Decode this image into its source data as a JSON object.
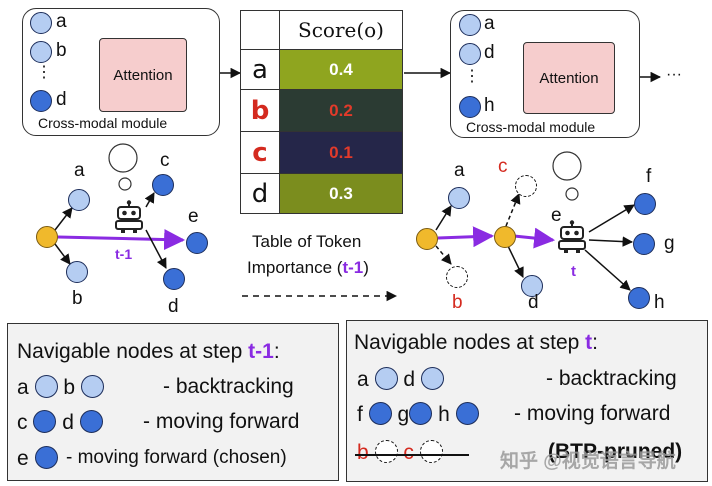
{
  "left_module": {
    "inputs": [
      "a",
      "b",
      "⋮",
      "d"
    ],
    "block_label": "Attention",
    "caption": "Cross-modal module"
  },
  "right_module": {
    "inputs": [
      "a",
      "d",
      "⋮",
      "h"
    ],
    "block_label": "Attention",
    "caption": "Cross-modal module",
    "continuation": "···"
  },
  "score_table": {
    "header": "Score(o)",
    "rows": [
      {
        "token": "a",
        "score": "0.4",
        "token_red": false,
        "bg": "#8fa51f",
        "color": "#ffffff"
      },
      {
        "token": "b",
        "score": "0.2",
        "token_red": true,
        "bg": "#2b3b33",
        "color": "#e23a2a"
      },
      {
        "token": "c",
        "score": "0.1",
        "token_red": true,
        "bg": "#252649",
        "color": "#e23a2a"
      },
      {
        "token": "d",
        "score": "0.3",
        "token_red": false,
        "bg": "#7b8d1e",
        "color": "#ffffff"
      }
    ],
    "caption_line1": "Table of Token",
    "caption_line2_prefix": "Importance (",
    "caption_step": "t-1",
    "caption_suffix": ")"
  },
  "left_graph": {
    "labels": {
      "a": "a",
      "b": "b",
      "c": "c",
      "d": "d",
      "e": "e"
    },
    "agent_step": "t-1"
  },
  "right_graph": {
    "labels": {
      "a": "a",
      "b": "b",
      "c": "c",
      "d": "d",
      "e": "e",
      "f": "f",
      "g": "g",
      "h": "h"
    },
    "agent_step": "t"
  },
  "panel_left": {
    "title_prefix": "Navigable nodes at step ",
    "title_step": "t-1",
    "title_suffix": ":",
    "row1": {
      "n1": "a",
      "n2": "b",
      "desc": "- backtracking"
    },
    "row2": {
      "n1": "c",
      "n2": "d",
      "desc": "- moving forward"
    },
    "row3": {
      "n1": "e",
      "desc": "- moving forward (chosen)"
    }
  },
  "panel_right": {
    "title_prefix": "Navigable nodes at step ",
    "title_step": "t",
    "title_suffix": ":",
    "row1": {
      "n1": "a",
      "n2": "d",
      "desc": "- backtracking"
    },
    "row2": {
      "n1": "f",
      "n2": "g",
      "n3": "h",
      "desc": "- moving forward"
    },
    "row3": {
      "n1": "b",
      "n2": "c",
      "desc": "(BTP-pruned)"
    }
  },
  "watermark": "知乎 @视觉语言导航",
  "colors": {
    "purple": "#8a2be2",
    "red": "#d42a1f",
    "light_node": "#b5cdf2",
    "dark_node": "#3a6fd6",
    "gold_node": "#f0b92c"
  }
}
